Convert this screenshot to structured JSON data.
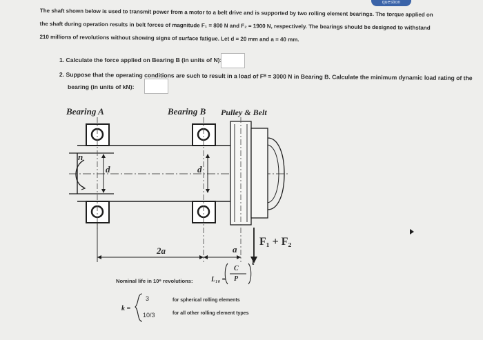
{
  "header": {
    "tab_label": "question"
  },
  "problem": {
    "lines": [
      "The shaft shown below is used to transmit power from a motor to a belt drive and is supported by two rolling element bearings. The torque applied on",
      "the shaft during operation results in belt forces of magnitude F₁ = 800 N and F₂ = 1900 N, respectively. The bearings should be designed to withstand",
      "210 millions of revolutions without showing signs of surface fatigue. Let d = 20 mm and a = 40 mm."
    ]
  },
  "questions": [
    {
      "label": "1. Calculate the force applied on Bearing B (in units of N):",
      "answer": ""
    },
    {
      "label_line1": "2. Suppose that the operating conditions are such to result in a load of Fᴮ = 3000 N in Bearing B. Calculate the minimum dynamic load rating of the",
      "label_line2": "bearing (in units of kN):",
      "answer": ""
    }
  ],
  "diagram": {
    "bearing_a": "Bearing A",
    "bearing_b": "Bearing B",
    "pulley": "Pulley & Belt",
    "n": "n",
    "d1": "d",
    "d2": "d",
    "dim_2a": "2a",
    "dim_a": "a",
    "force": "F₁ + F₂"
  },
  "formulas": {
    "nominal_label": "Nominal life in 10⁶ revolutions:",
    "life_lhs": "L₁₀ =",
    "life_num": "C",
    "life_den": "P",
    "life_exp": "k",
    "k_lhs": "k =",
    "k_val1": "3",
    "k_val2": "10/3",
    "k_desc1": "for spherical rolling elements",
    "k_desc2": "for all other rolling element types"
  }
}
